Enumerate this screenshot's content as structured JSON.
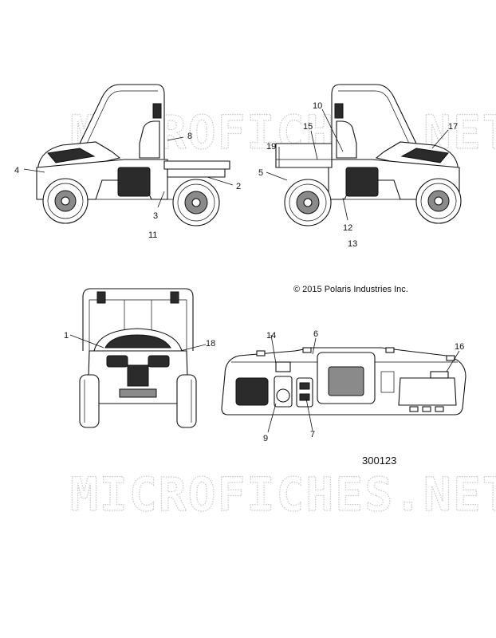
{
  "watermark": {
    "top": "MICROFICHES.NET",
    "bottom": "MICROFICHES.NET"
  },
  "copyright": "© 2015 Polaris Industries Inc.",
  "figure_number": "300123",
  "callouts": {
    "c1": "1",
    "c2": "2",
    "c3": "3",
    "c4": "4",
    "c5": "5",
    "c6": "6",
    "c7": "7",
    "c8": "8",
    "c9": "9",
    "c10": "10",
    "c11": "11",
    "c12": "12",
    "c13": "13",
    "c14": "14",
    "c15": "15",
    "c16": "16",
    "c17": "17",
    "c18": "18",
    "c19": "19"
  }
}
